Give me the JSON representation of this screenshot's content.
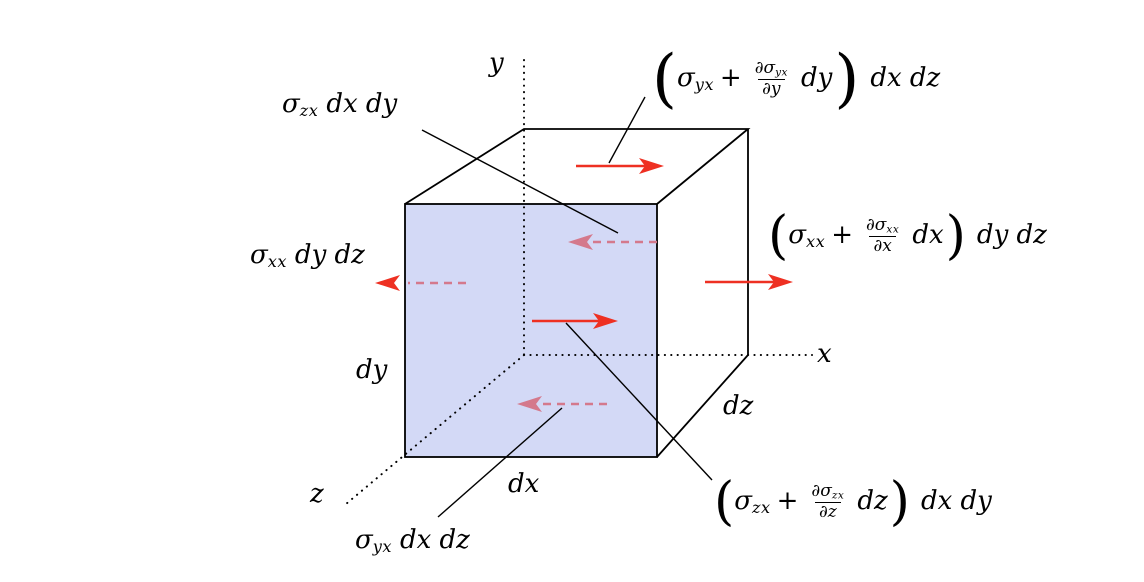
{
  "colors": {
    "face_fill": "#d3d9f6",
    "edge": "#000000",
    "arrow": "#ee3022",
    "hidden_arrow": "#d4798c",
    "text": "#000000"
  },
  "axis_labels": {
    "x": "x",
    "y": "y",
    "z": "z"
  },
  "dim_labels": {
    "dx": "dx",
    "dy": "dy",
    "dz": "dz"
  },
  "stress_labels": {
    "zx_near": {
      "sigma": "σ",
      "sub": "zx",
      "rest": "dx dy"
    },
    "xx_near": {
      "sigma": "σ",
      "sub": "xx",
      "rest": "dy dz"
    },
    "yx_near": {
      "sigma": "σ",
      "sub": "yx",
      "rest": "dx dz"
    },
    "yx_far": {
      "open": "(",
      "sigma": "σ",
      "sub": "yx",
      "plus": "+",
      "dnum": "∂σ",
      "dnum_sub": "yx",
      "dden": "∂y",
      "dvar": "dy",
      "close": ")",
      "rest": "dx dz"
    },
    "xx_far": {
      "open": "(",
      "sigma": "σ",
      "sub": "xx",
      "plus": "+",
      "dnum": "∂σ",
      "dnum_sub": "xx",
      "dden": "∂x",
      "dvar": "dx",
      "close": ")",
      "rest": "dy dz"
    },
    "zx_far": {
      "open": "(",
      "sigma": "σ",
      "sub": "zx",
      "plus": "+",
      "dnum": "∂σ",
      "dnum_sub": "zx",
      "dden": "∂z",
      "dvar": "dz",
      "close": ")",
      "rest": "dx dy"
    }
  }
}
